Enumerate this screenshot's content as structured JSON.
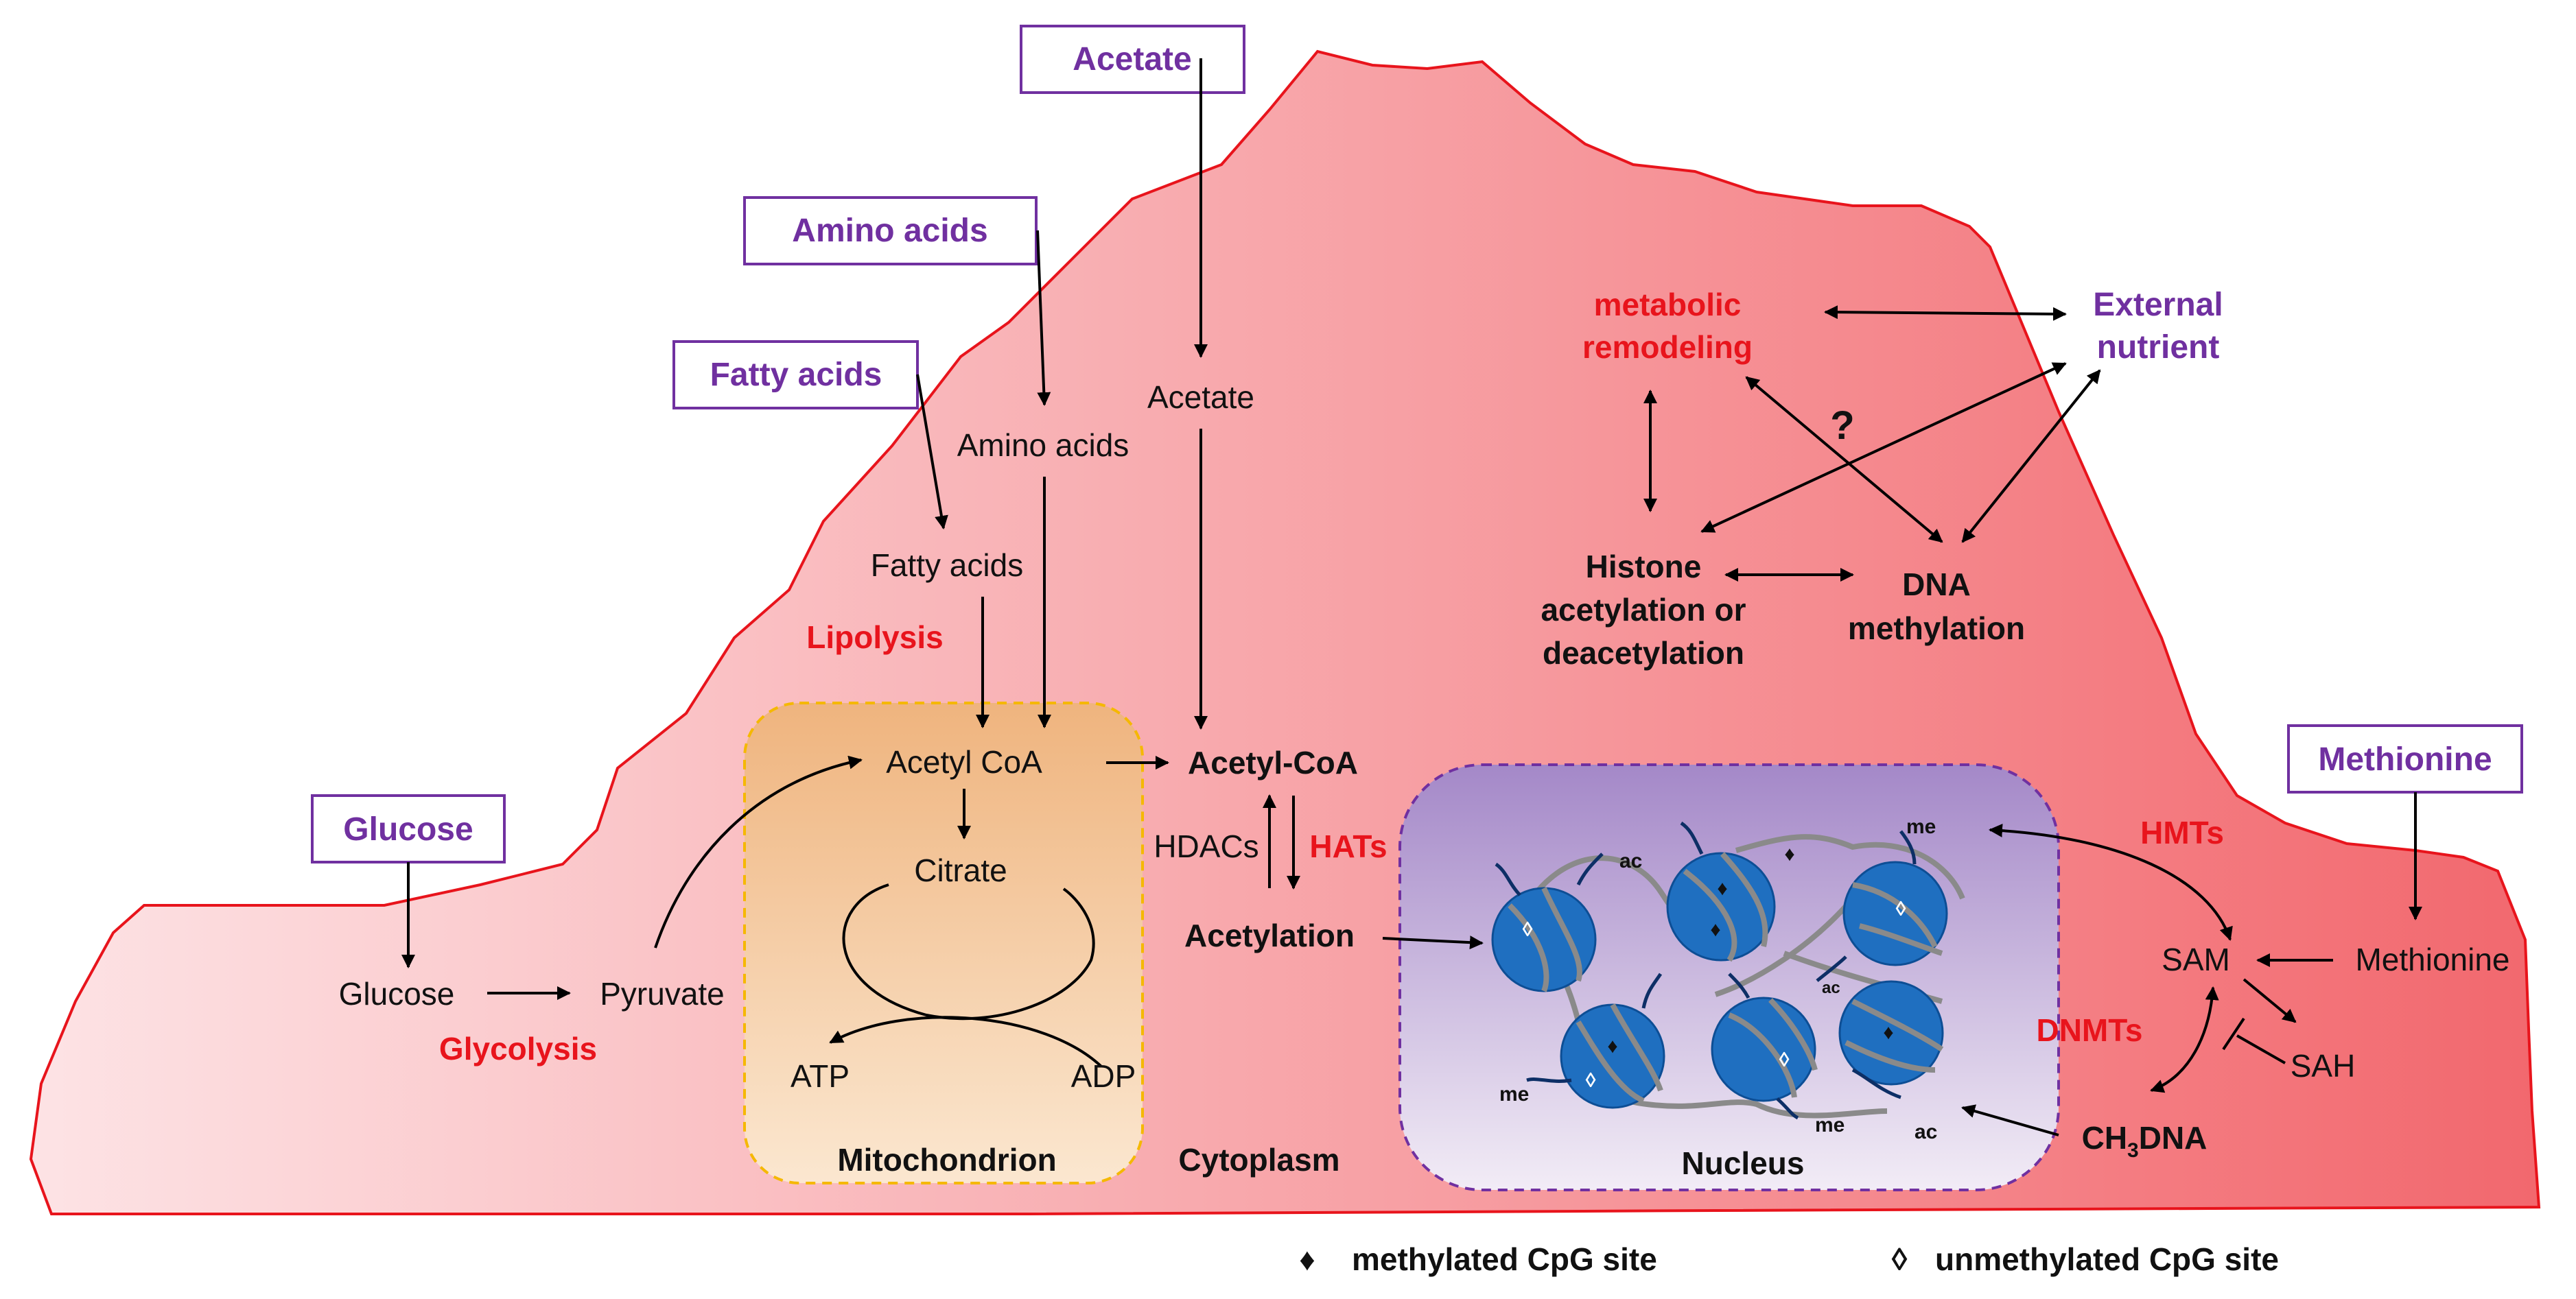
{
  "colors": {
    "cell_fill_left": "#fde3e5",
    "cell_fill_right": "#f2686e",
    "cell_outline": "#e8141c",
    "mitochondrion_top": "#efb47e",
    "mitochondrion_bottom": "#fbe7d0",
    "mitochondrion_border": "#f5b800",
    "nucleus_top": "#a488c8",
    "nucleus_bottom": "#f2ecf6",
    "nucleus_border": "#7030a0",
    "nucleosome": "#1f6fc0",
    "dna_strand": "#8a8a8a",
    "red_label": "#e8141c",
    "purple_label": "#7030a0"
  },
  "external_sources": {
    "acetate": "Acetate",
    "amino_acids": "Amino acids",
    "fatty_acids": "Fatty acids",
    "glucose": "Glucose",
    "methionine": "Methionine",
    "external_nutrient_line1": "External",
    "external_nutrient_line2": "nutrient"
  },
  "cytoplasm": {
    "acetate": "Acetate",
    "amino_acids": "Amino acids",
    "fatty_acids": "Fatty acids",
    "lipolysis": "Lipolysis",
    "glucose": "Glucose",
    "pyruvate": "Pyruvate",
    "glycolysis": "Glycolysis",
    "acetyl_coa": "Acetyl-CoA",
    "hdacs": "HDACs",
    "hats": "HATs",
    "acetylation": "Acetylation",
    "compartment_label": "Cytoplasm"
  },
  "mitochondrion": {
    "acetyl_coa": "Acetyl CoA",
    "citrate": "Citrate",
    "atp": "ATP",
    "adp": "ADP",
    "label": "Mitochondrion"
  },
  "nucleus": {
    "label": "Nucleus",
    "marks": {
      "ac": "ac",
      "me": "me"
    }
  },
  "methylation": {
    "hmts": "HMTs",
    "sam": "SAM",
    "methionine": "Methionine",
    "sah": "SAH",
    "dnmts": "DNMTs",
    "ch3dna_prefix": "CH",
    "ch3dna_sub": "3",
    "ch3dna_suffix": "DNA"
  },
  "crosstalk": {
    "metabolic_remodeling_line1": "metabolic",
    "metabolic_remodeling_line2": "remodeling",
    "question_mark": "?",
    "histone_line1": "Histone",
    "histone_line2": "acetylation or",
    "histone_line3": "deacetylation",
    "dna_methylation_line1": "DNA",
    "dna_methylation_line2": "methylation"
  },
  "legend": {
    "methylated_symbol": "♦",
    "methylated": "methylated CpG site",
    "unmethylated_symbol": "◊",
    "unmethylated": "unmethylated CpG site"
  }
}
